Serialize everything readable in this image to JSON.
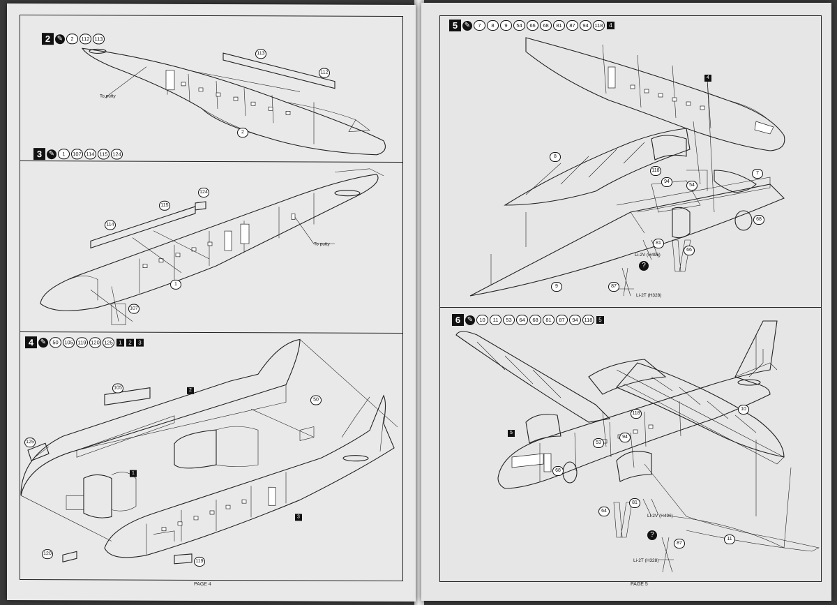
{
  "left_page": {
    "page_label": "PAGE 4",
    "steps": [
      {
        "number": "2",
        "parts": [
          "2",
          "112",
          "113"
        ],
        "callouts": [
          "113",
          "112",
          "2"
        ],
        "note": "To putty"
      },
      {
        "number": "3",
        "parts": [
          "1",
          "107",
          "114",
          "115",
          "124"
        ],
        "callouts": [
          "124",
          "115",
          "114",
          "1",
          "107"
        ],
        "note": "To putty"
      },
      {
        "number": "4",
        "parts": [
          "50",
          "105",
          "119",
          "120",
          "125"
        ],
        "sub_assemblies": [
          "1",
          "2",
          "3"
        ],
        "callouts": [
          "105",
          "2",
          "50",
          "125",
          "1",
          "3",
          "120",
          "119"
        ]
      }
    ]
  },
  "right_page": {
    "page_label": "PAGE 5",
    "steps": [
      {
        "number": "5",
        "parts": [
          "7",
          "8",
          "9",
          "54",
          "66",
          "68",
          "81",
          "87",
          "94",
          "118"
        ],
        "sub_assemblies": [
          "4"
        ],
        "callouts": [
          "4",
          "8",
          "118",
          "94",
          "54",
          "7",
          "68",
          "81",
          "66",
          "87",
          "9"
        ],
        "variant_a": "Li-2V (H496)",
        "variant_b": "Li-2T (H328)"
      },
      {
        "number": "6",
        "parts": [
          "10",
          "11",
          "53",
          "64",
          "68",
          "81",
          "87",
          "94",
          "118"
        ],
        "sub_assemblies": [
          "5"
        ],
        "callouts": [
          "118",
          "10",
          "5",
          "53",
          "94",
          "68",
          "64",
          "81",
          "87",
          "11"
        ],
        "variant_a": "Li-2V (H496)",
        "variant_b": "Li-2T (H328)"
      }
    ]
  },
  "icons": {
    "glue": "glue-tube-icon",
    "choice": "question-choice-icon"
  }
}
